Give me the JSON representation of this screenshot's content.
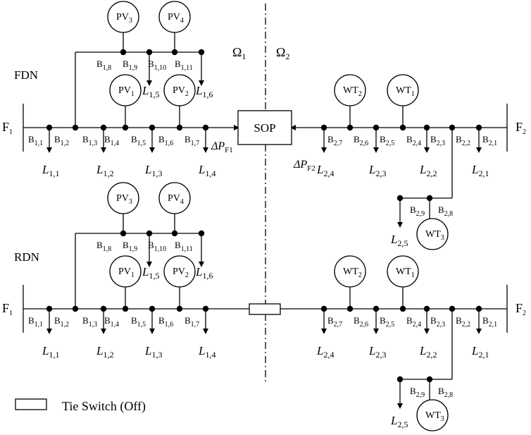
{
  "panels": {
    "fdn": {
      "label": "FDN",
      "feeder1": "F",
      "feeder1_sub": "1",
      "feeder2": "F",
      "feeder2_sub": "2",
      "sop_label": "SOP",
      "delta_p1": "ΔP",
      "delta_p1_sub": "F1",
      "delta_p2": "ΔP",
      "delta_p2_sub": "F2"
    },
    "rdn": {
      "label": "RDN",
      "feeder1": "F",
      "feeder1_sub": "1",
      "feeder2": "F",
      "feeder2_sub": "2"
    }
  },
  "regions": {
    "omega1": "Ω",
    "omega1_sub": "1",
    "omega2": "Ω",
    "omega2_sub": "2"
  },
  "buses_left_main": [
    "1,1",
    "1,2",
    "1,3",
    "1,4",
    "1,5",
    "1,6",
    "1,7"
  ],
  "buses_left_top": [
    "1,8",
    "1,9",
    "1,10",
    "1,11"
  ],
  "buses_right_main": [
    "2,7",
    "2,6",
    "2,5",
    "2,4",
    "2,3",
    "2,2",
    "2,1"
  ],
  "buses_right_branch": [
    "2,9",
    "2,8"
  ],
  "bus_prefix": "B",
  "loads_left_main": [
    "1,1",
    "1,2",
    "1,3",
    "1,4"
  ],
  "loads_left_top": [
    "1,5",
    "1,6"
  ],
  "loads_right_main": [
    "2,4",
    "2,3",
    "2,2",
    "2,1"
  ],
  "loads_right_branch": [
    "2,5"
  ],
  "load_prefix": "L",
  "generators": {
    "pv3": {
      "name": "PV",
      "sub": "3"
    },
    "pv4": {
      "name": "PV",
      "sub": "4"
    },
    "pv1": {
      "name": "PV",
      "sub": "1"
    },
    "pv2": {
      "name": "PV",
      "sub": "2"
    },
    "wt2": {
      "name": "WT",
      "sub": "2"
    },
    "wt1": {
      "name": "WT",
      "sub": "1"
    },
    "wt3": {
      "name": "WT",
      "sub": "3"
    }
  },
  "legend": {
    "tie_switch_label": "Tie Switch (Off)"
  }
}
